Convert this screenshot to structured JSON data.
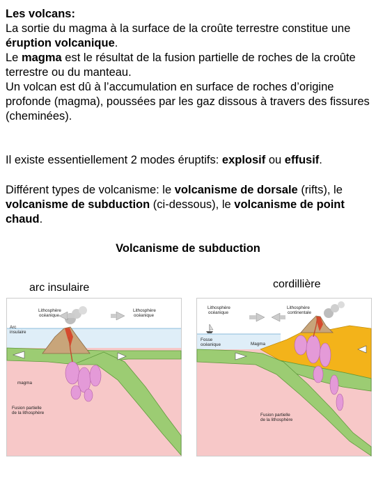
{
  "intro": {
    "heading": "Les volcans:",
    "l1": "La sortie du magma à la surface de la croûte terrestre constitue une ",
    "l1_bold": "éruption volcanique",
    "l1_end": ".",
    "l2_a": "Le ",
    "l2_bold": "magma",
    "l2_b": " est le résultat de la fusion partielle de roches de la croûte terrestre ou du manteau.",
    "l3": "Un volcan est dû à l’accumulation en surface de roches d’origine profonde (magma), poussées par les gaz dissous à travers des fissures (cheminées)."
  },
  "modes": {
    "a": "Il existe essentiellement 2 modes éruptifs: ",
    "bold1": "explosif",
    "b": " ou ",
    "bold2": "effusif",
    "c": "."
  },
  "types": {
    "a": "Différent types de volcanisme: le ",
    "bold1": "volcanisme de dorsale",
    "b": " (rifts), le ",
    "bold2": "volcanisme de subduction",
    "c": " (ci-dessous), le ",
    "bold3": "volcanisme de point chaud",
    "d": "."
  },
  "section_title": "Volcanisme de subduction",
  "label_left": "arc insulaire",
  "label_right": "cordillière",
  "diagram_left": {
    "litho_1a": "Lithosphère",
    "litho_1b": "océanique",
    "litho_2a": "Lithosphère",
    "litho_2b": "océanique",
    "arc_a": "Arc",
    "arc_b": "insulaire",
    "magma": "magma",
    "fusion_a": "Fusion partielle",
    "fusion_b": "de la lithosphère"
  },
  "diagram_right": {
    "litho_1a": "Lithosphère",
    "litho_1b": "océanique",
    "litho_2a": "Lithosphère",
    "litho_2b": "continentale",
    "fosse_a": "Fosse",
    "fosse_b": "océanique",
    "magma": "Magma",
    "fusion_a": "Fusion partielle",
    "fusion_b": "de la lithosphère"
  },
  "colors": {
    "mantle": "#f7c8c8",
    "plate": "#9ccc73",
    "plate_edge": "#5f9a3c",
    "water": "#dfeef8",
    "crust": "#f3b31a",
    "magma": "#e49ad8",
    "volcano": "#c8a57a"
  }
}
